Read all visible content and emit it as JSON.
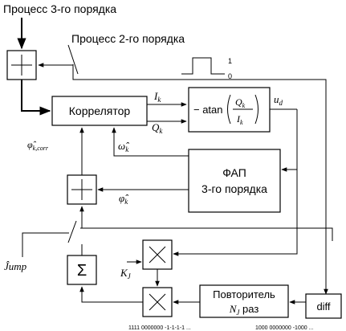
{
  "header": {
    "process3": "Процесс 3-го порядка",
    "process2": "Процесс 2-го порядка"
  },
  "blocks": {
    "correlator": "Коррелятор",
    "atan_prefix": "− atan",
    "atan_num": "Q",
    "atan_num_sub": "k",
    "atan_den": "I",
    "atan_den_sub": "k",
    "pll_line1": "ФАП",
    "pll_line2": "3-го порядка",
    "repeater_line1": "Повторитель",
    "repeater_line2_var": "N",
    "repeater_line2_sub": "J",
    "repeater_line2_suffix": " раз",
    "diff": "diff",
    "sum_symbol": "Σ",
    "adder_symbol": "+",
    "mult_symbol": "×"
  },
  "signals": {
    "Ik": "I",
    "Ik_sub": "k",
    "Qk": "Q",
    "Qk_sub": "k",
    "ud": "u",
    "ud_sub": "d",
    "phi_corr": "φ̂",
    "phi_corr_sub": "k,corr",
    "omega_k": "ω̂",
    "omega_k_sub": "k",
    "phi_k": "φ̂",
    "phi_k_sub": "k",
    "KJ": "K",
    "KJ_sub": "J",
    "jump": "Ĵump"
  },
  "pulse": {
    "level_high": "1",
    "level_low": "0"
  },
  "footer": {
    "sequence_left": "1111 0000000 -1-1-1-1 ...",
    "sequence_right": "1000 0000000 -1000 ..."
  }
}
